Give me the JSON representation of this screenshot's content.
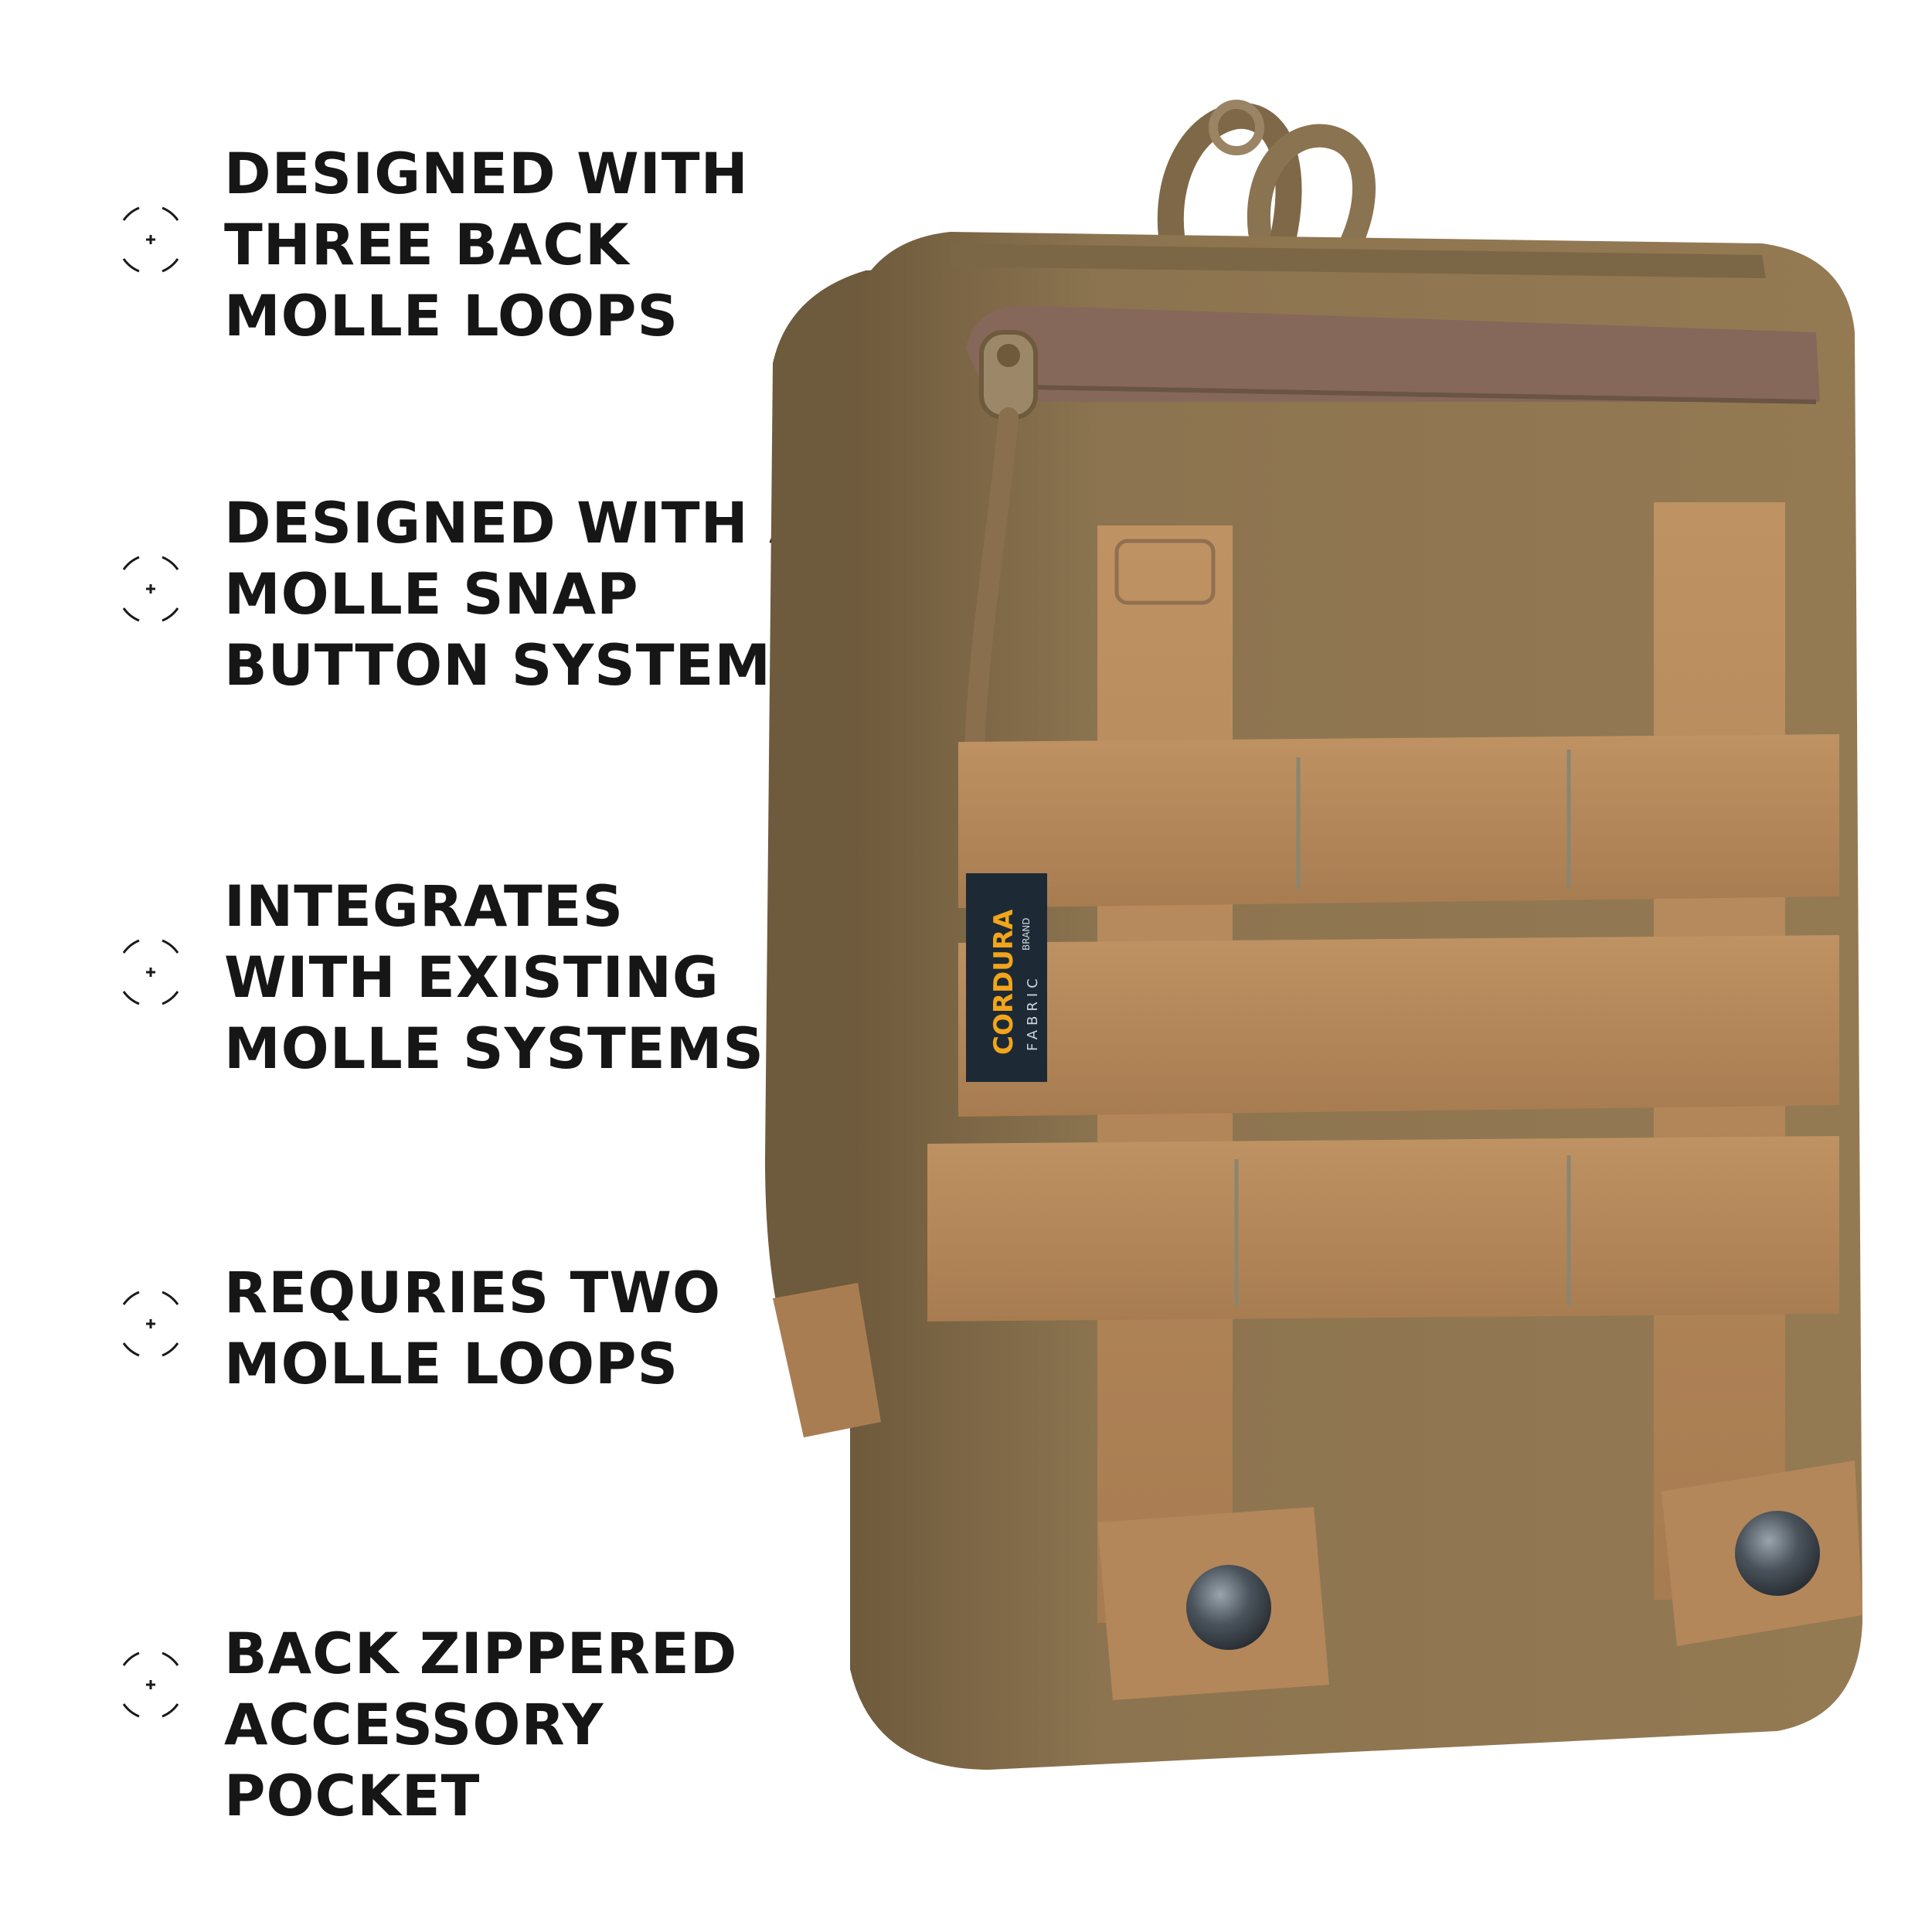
{
  "features": [
    {
      "icon": "crosshair-icon",
      "text": "DESIGNED WITH\nTHREE BACK\nMOLLE LOOPS"
    },
    {
      "icon": "crosshair-icon",
      "text": "DESIGNED WITH A\nMOLLE SNAP\nBUTTON SYSTEM"
    },
    {
      "icon": "crosshair-icon",
      "text": "INTEGRATES\nWITH EXISTING\nMOLLE SYSTEMS"
    },
    {
      "icon": "crosshair-icon",
      "text": "REQURIES TWO\nMOLLE LOOPS"
    },
    {
      "icon": "crosshair-icon",
      "text": "BACK ZIPPERED\nACCESSORY POCKET"
    }
  ],
  "product": {
    "label_brand": "CORDURA",
    "label_sub": "BRAND",
    "label_fabric": "FABRIC",
    "colors": {
      "body": "#8c7450",
      "body_shadow": "#6e5a3c",
      "webbing": "#b3875a",
      "zipper": "#8a6a58",
      "snap": "#3c444c",
      "label": "#1d2a36",
      "label_accent": "#f2a51a"
    }
  }
}
